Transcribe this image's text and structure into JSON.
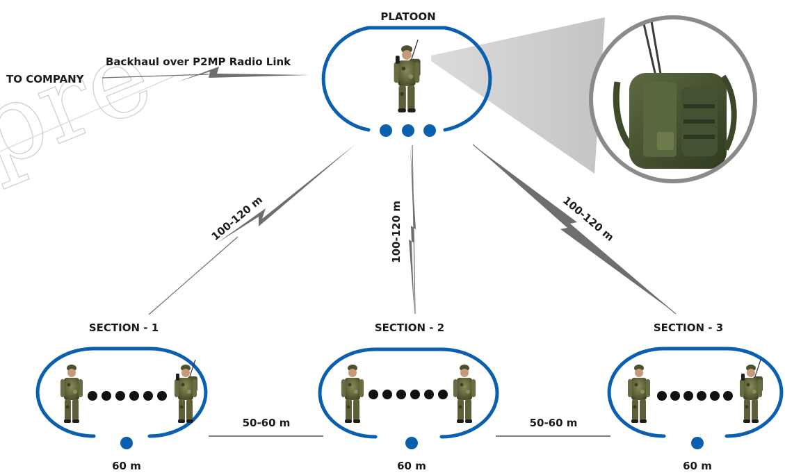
{
  "watermark": "pre",
  "platoon": {
    "title": "PLATOON",
    "backhaul_label": "Backhaul over P2MP Radio Link",
    "to_company_label": "TO COMPANY"
  },
  "links": [
    {
      "label": "100-120 m"
    },
    {
      "label": "100-120 m"
    },
    {
      "label": "100-120 m"
    }
  ],
  "sections": [
    {
      "title": "SECTION - 1",
      "width_label": "60 m"
    },
    {
      "title": "SECTION - 2",
      "width_label": "60 m"
    },
    {
      "title": "SECTION - 3",
      "width_label": "60 m"
    }
  ],
  "section_gaps": [
    {
      "label": "50-60 m"
    },
    {
      "label": "50-60 m"
    }
  ],
  "colors": {
    "ellipse": "#0a5fae",
    "link": "#6e6e6e",
    "camo_base": "#6d6f45",
    "pack": "#4a5532",
    "magnifier_ring": "#8a8a8a"
  }
}
